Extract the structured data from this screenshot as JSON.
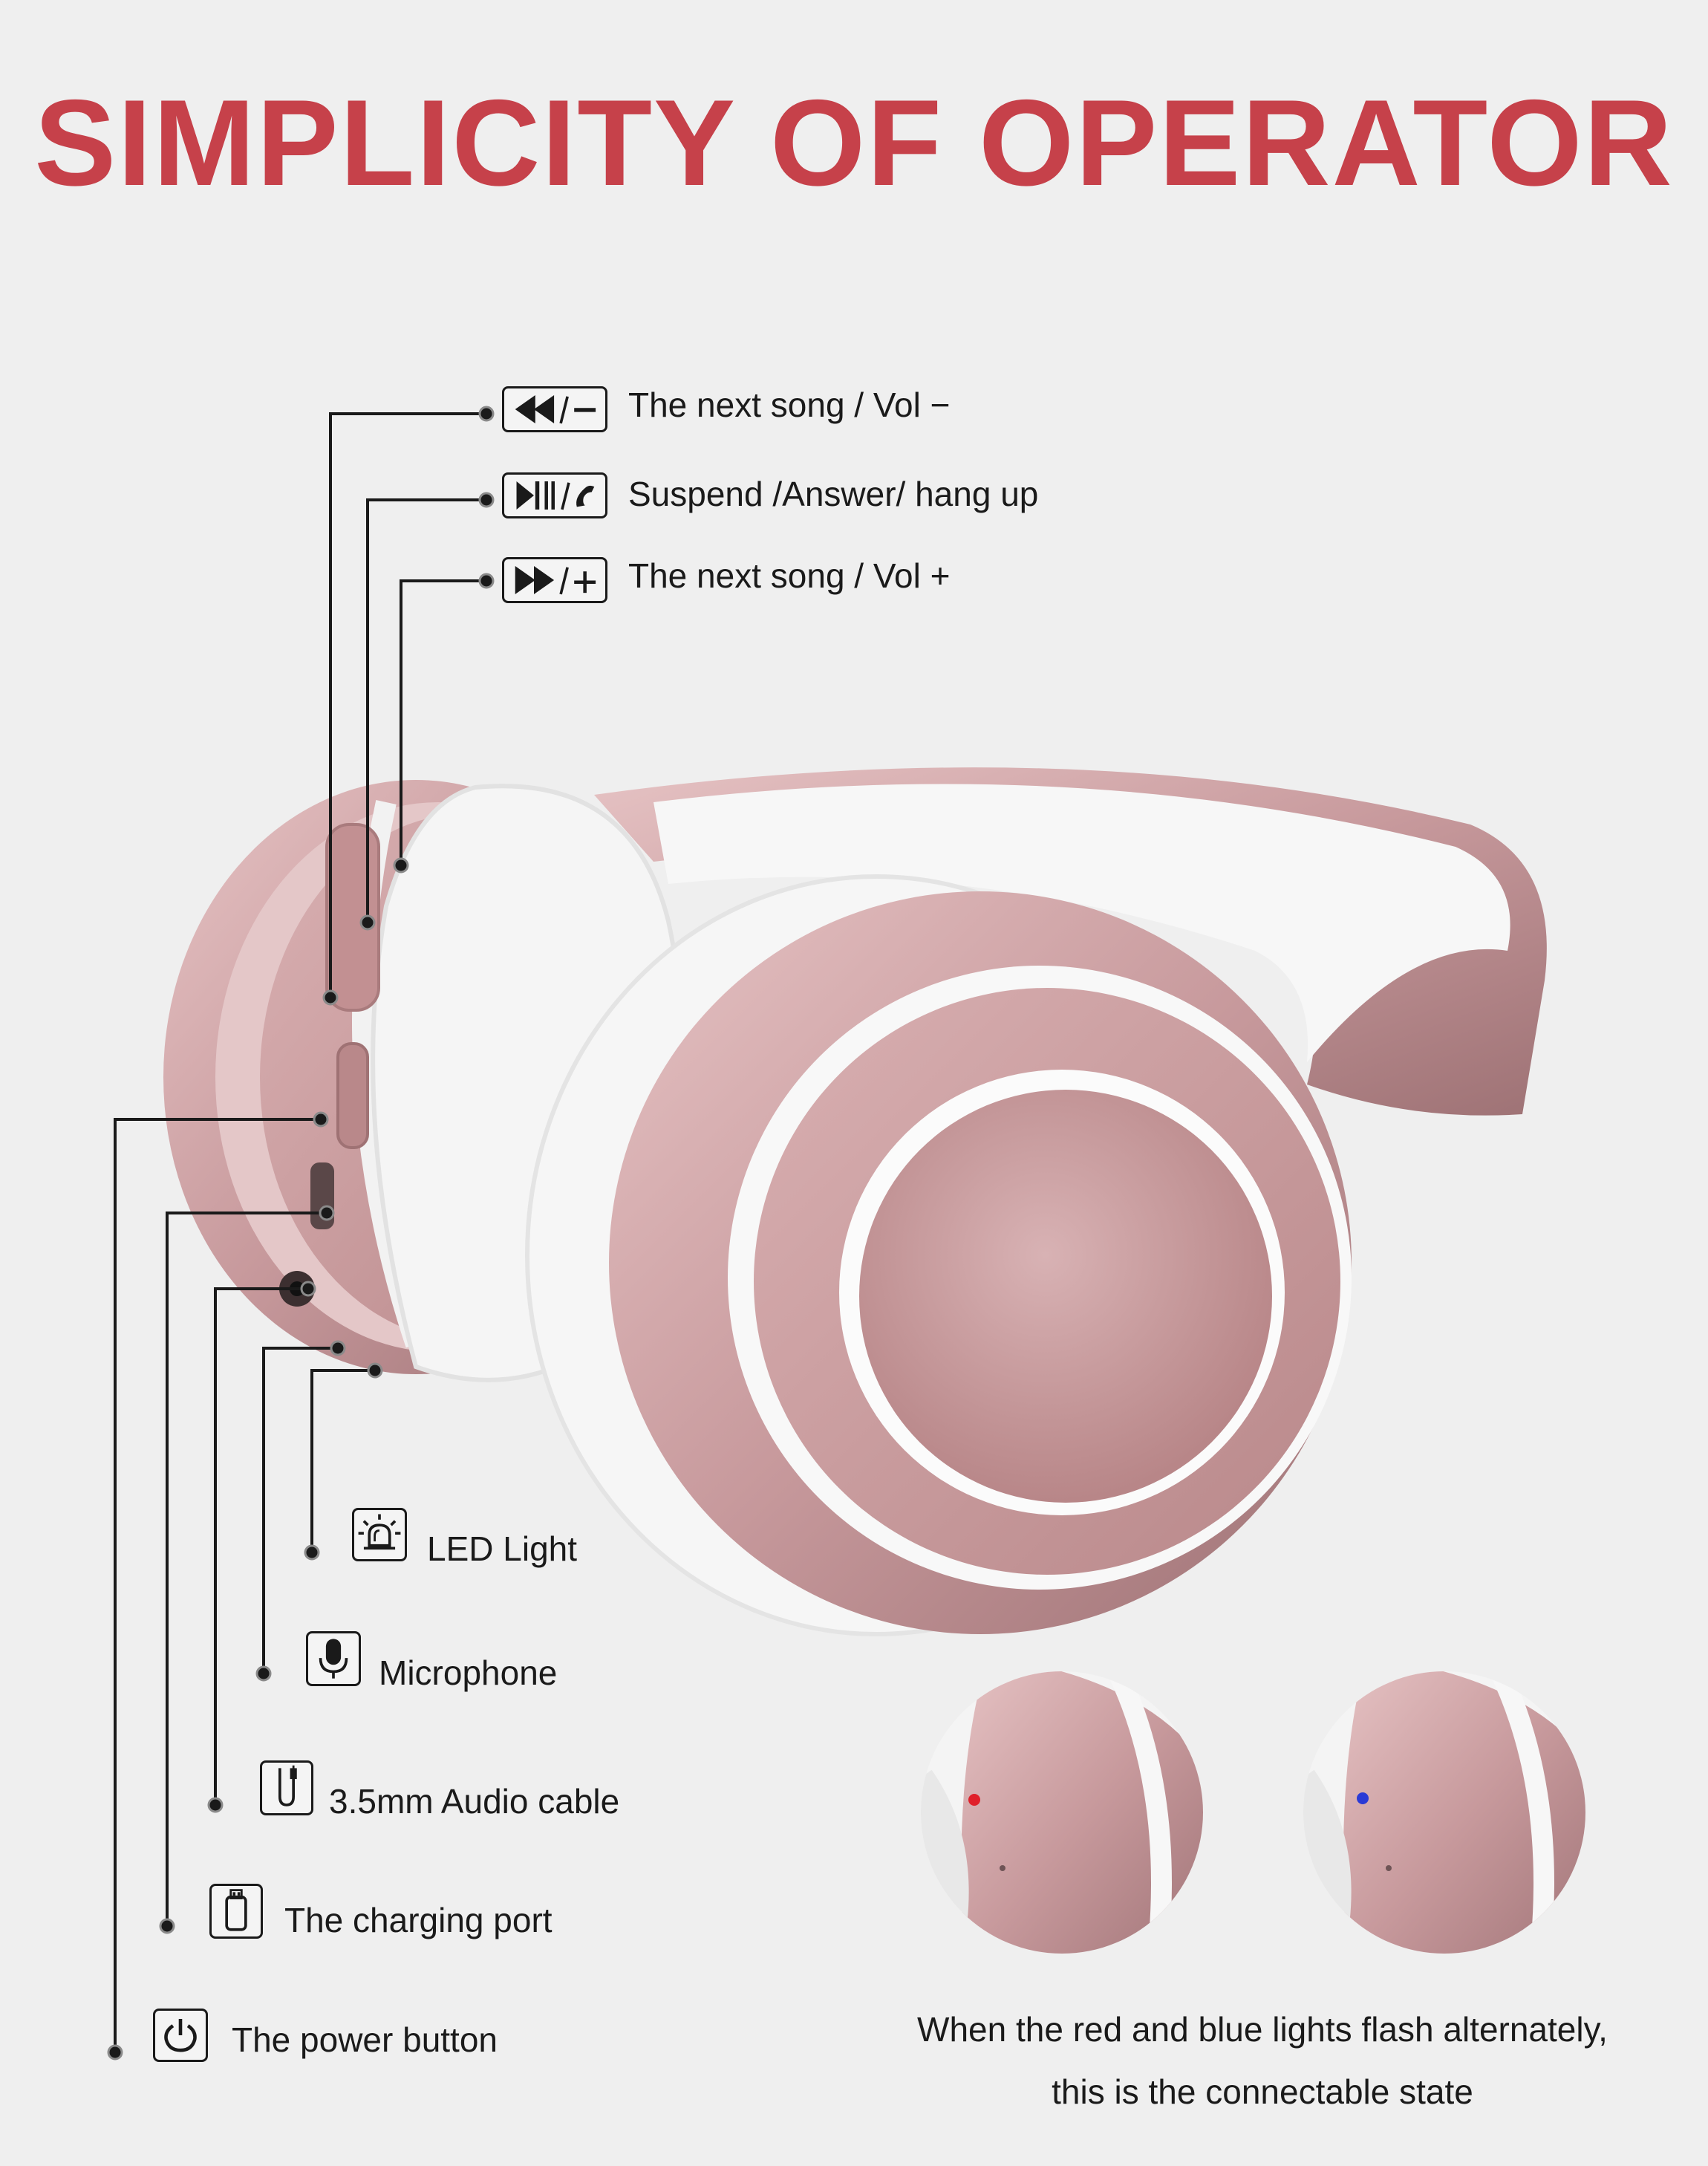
{
  "title": "SIMPLICITY OF OPERATOR",
  "buttons": [
    {
      "icon": "rewind-minus-icon",
      "label": "The next song / Vol −"
    },
    {
      "icon": "play-pause-phone-icon",
      "label": "Suspend /Answer/ hang up"
    },
    {
      "icon": "forward-plus-icon",
      "label": "The next song / Vol +"
    }
  ],
  "ports": [
    {
      "icon": "led-light-icon",
      "label": "LED Light"
    },
    {
      "icon": "microphone-icon",
      "label": "Microphone"
    },
    {
      "icon": "audio-cable-icon",
      "label": "3.5mm Audio cable"
    },
    {
      "icon": "charging-port-icon",
      "label": "The charging port"
    },
    {
      "icon": "power-icon",
      "label": "The power button"
    }
  ],
  "caption": {
    "line1": "When the red and blue lights flash alternately,",
    "line2": "this is the connectable state"
  },
  "colors": {
    "accent": "#c6414a",
    "rose_gold": "#c99c9f",
    "led_red": "#e0202a",
    "led_blue": "#2a3bd6"
  }
}
